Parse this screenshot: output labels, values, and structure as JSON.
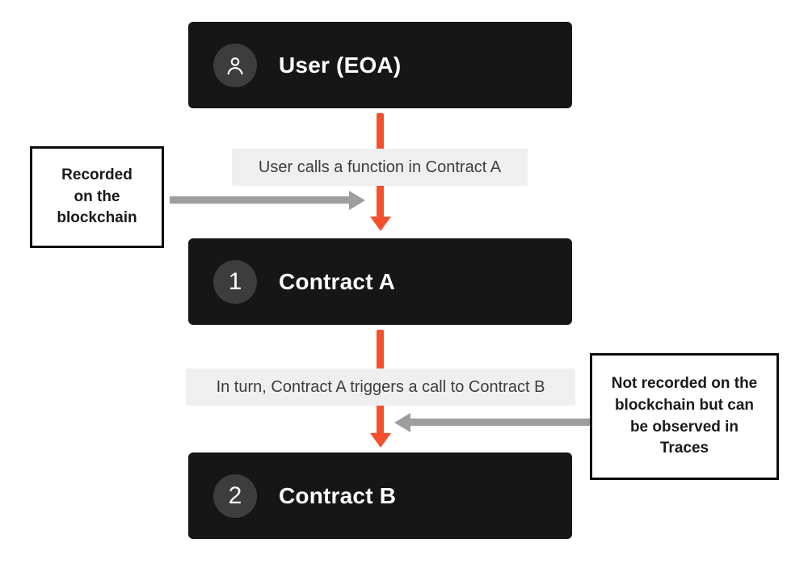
{
  "diagram": {
    "nodes": [
      {
        "title": "User (EOA)",
        "badge": "user-icon"
      },
      {
        "title": "Contract A",
        "badge": "1"
      },
      {
        "title": "Contract B",
        "badge": "2"
      }
    ],
    "edge_labels": [
      "User calls a function in Contract A",
      "In turn, Contract A triggers a call to Contract B"
    ],
    "callouts": [
      {
        "text": "Recorded\non the\nblockchain"
      },
      {
        "text": "Not recorded on the\nblockchain but can\nbe observed in\nTraces"
      }
    ],
    "icons": {
      "user": "user-icon"
    },
    "colors": {
      "accent": "#F4502C",
      "node_bg": "#161616",
      "badge_bg": "#3D3D3D",
      "label_bg": "#EFEFEF",
      "label_text": "#3D3D3D",
      "arrow_gray": "#9E9E9E",
      "callout_border": "#0D0D0D",
      "background": "#FFFFFF"
    }
  }
}
